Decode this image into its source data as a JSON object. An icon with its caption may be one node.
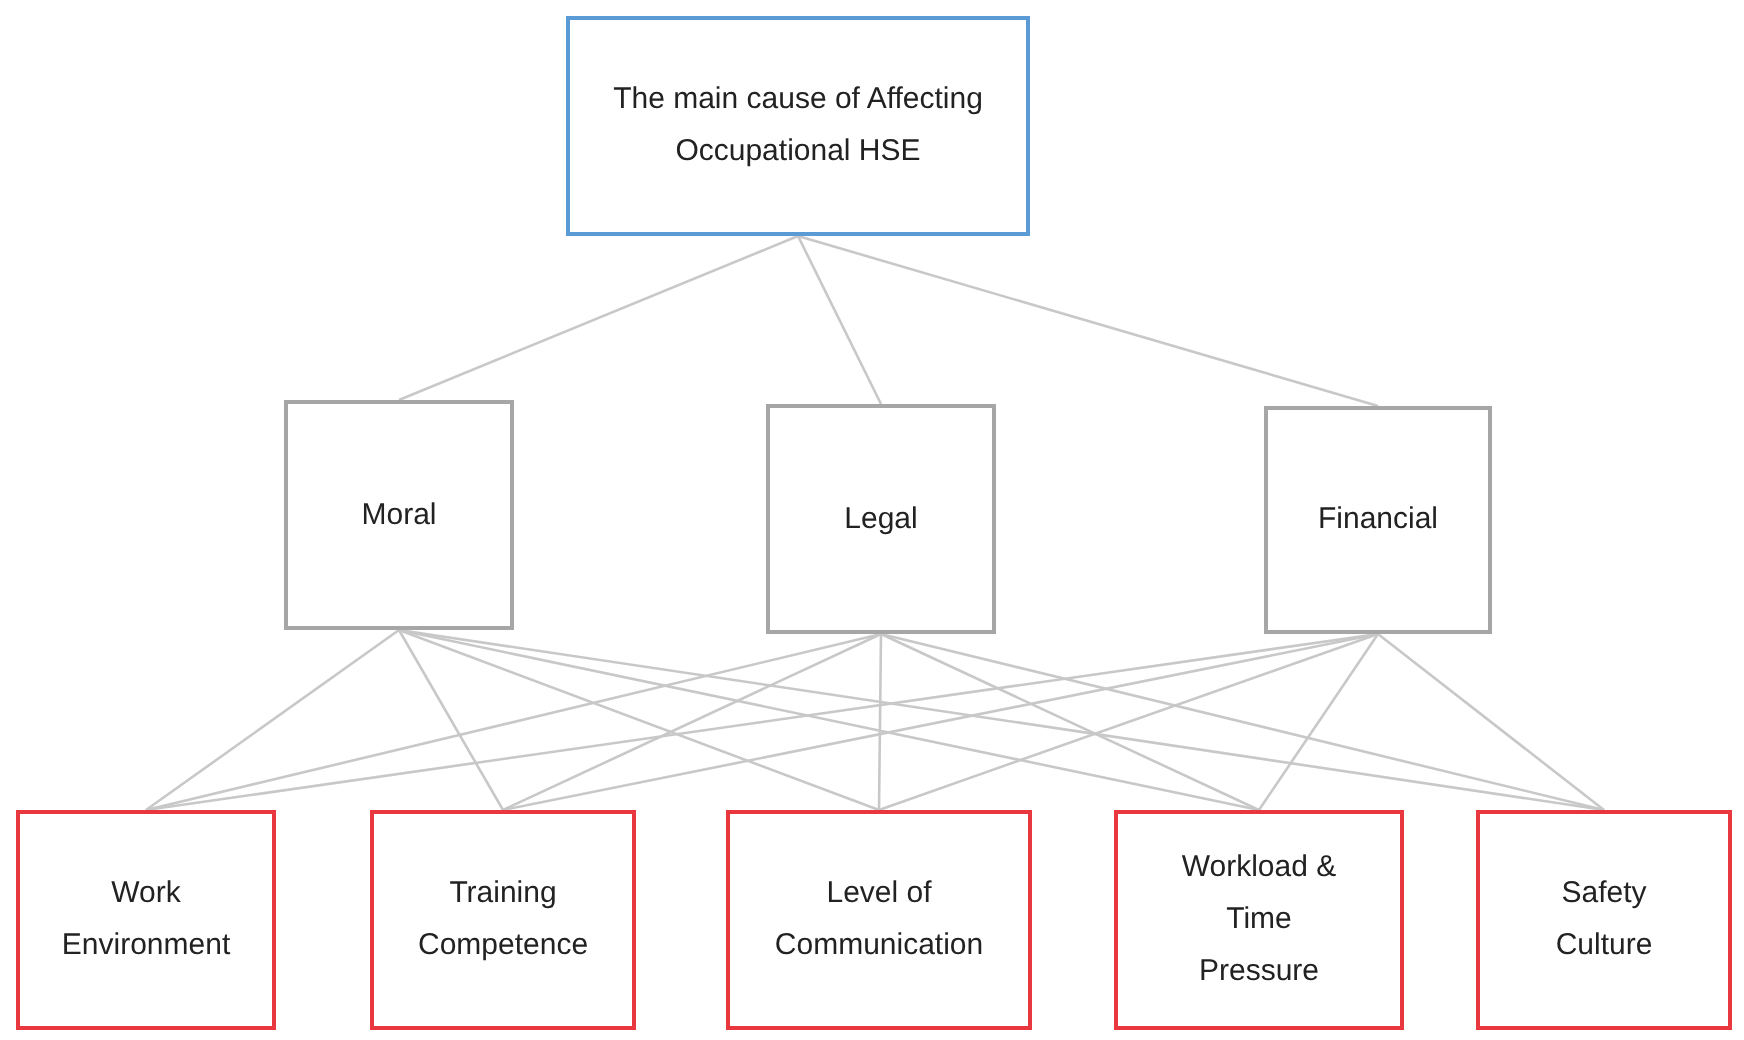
{
  "diagram": {
    "nodes": [
      {
        "text": [
          "The main cause of Affecting Occupational HSE"
        ]
      },
      {
        "text": [
          "Moral"
        ]
      },
      {
        "text": [
          "Legal"
        ]
      },
      {
        "text": [
          "Financial"
        ]
      },
      {
        "text": [
          "Work Environment"
        ]
      },
      {
        "text": [
          "Training Competence"
        ]
      },
      {
        "text": [
          "Level of Communication"
        ]
      },
      {
        "text": [
          "Workload & Time Pressure"
        ]
      },
      {
        "text": [
          "Safety Culture"
        ]
      }
    ],
    "edges": [
      {
        "from": 0,
        "to": 1,
        "arrow": "none"
      },
      {
        "from": 0,
        "to": 2,
        "arrow": "none"
      },
      {
        "from": 0,
        "to": 3,
        "arrow": "none"
      },
      {
        "from": 1,
        "to": 4,
        "arrow": "none"
      },
      {
        "from": 1,
        "to": 5,
        "arrow": "none"
      },
      {
        "from": 1,
        "to": 6,
        "arrow": "none"
      },
      {
        "from": 1,
        "to": 7,
        "arrow": "none"
      },
      {
        "from": 1,
        "to": 8,
        "arrow": "none"
      },
      {
        "from": 2,
        "to": 4,
        "arrow": "none"
      },
      {
        "from": 2,
        "to": 5,
        "arrow": "none"
      },
      {
        "from": 2,
        "to": 6,
        "arrow": "none"
      },
      {
        "from": 2,
        "to": 7,
        "arrow": "none"
      },
      {
        "from": 2,
        "to": 8,
        "arrow": "none"
      },
      {
        "from": 3,
        "to": 4,
        "arrow": "none"
      },
      {
        "from": 3,
        "to": 5,
        "arrow": "none"
      },
      {
        "from": 3,
        "to": 6,
        "arrow": "none"
      },
      {
        "from": 3,
        "to": 7,
        "arrow": "none"
      },
      {
        "from": 3,
        "to": 8,
        "arrow": "none"
      }
    ]
  }
}
